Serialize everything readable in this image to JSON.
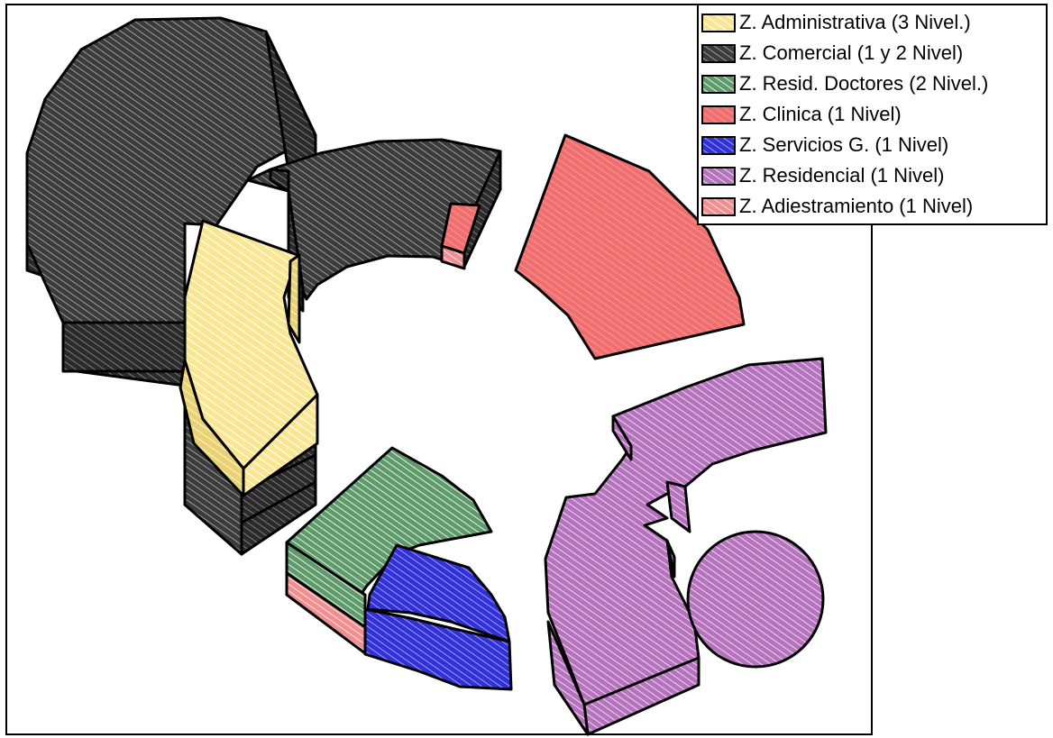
{
  "legend": [
    {
      "label": "Z. Administrativa (3 Nivel.)",
      "color": "#fae691",
      "pattern": "yellow-hatch"
    },
    {
      "label": "Z. Comercial (1 y 2 Nivel)",
      "color": "#5a5a5a",
      "pattern": "gray-hatch"
    },
    {
      "label": "Z. Resid. Doctores (2 Nivel.)",
      "color": "#82b38c",
      "pattern": "green-hatch"
    },
    {
      "label": "Z. Clinica (1 Nivel)",
      "color": "#f06e6e",
      "pattern": "red-hatch"
    },
    {
      "label": "Z. Servicios G. (1 Nivel)",
      "color": "#4848e8",
      "pattern": "blue-hatch"
    },
    {
      "label": "Z. Residencial (1 Nivel)",
      "color": "#c98fce",
      "pattern": "purple-hatch"
    },
    {
      "label": "Z. Adiestramiento (1 Nivel)",
      "color": "#f5a4a4",
      "pattern": "pink-hatch"
    }
  ]
}
